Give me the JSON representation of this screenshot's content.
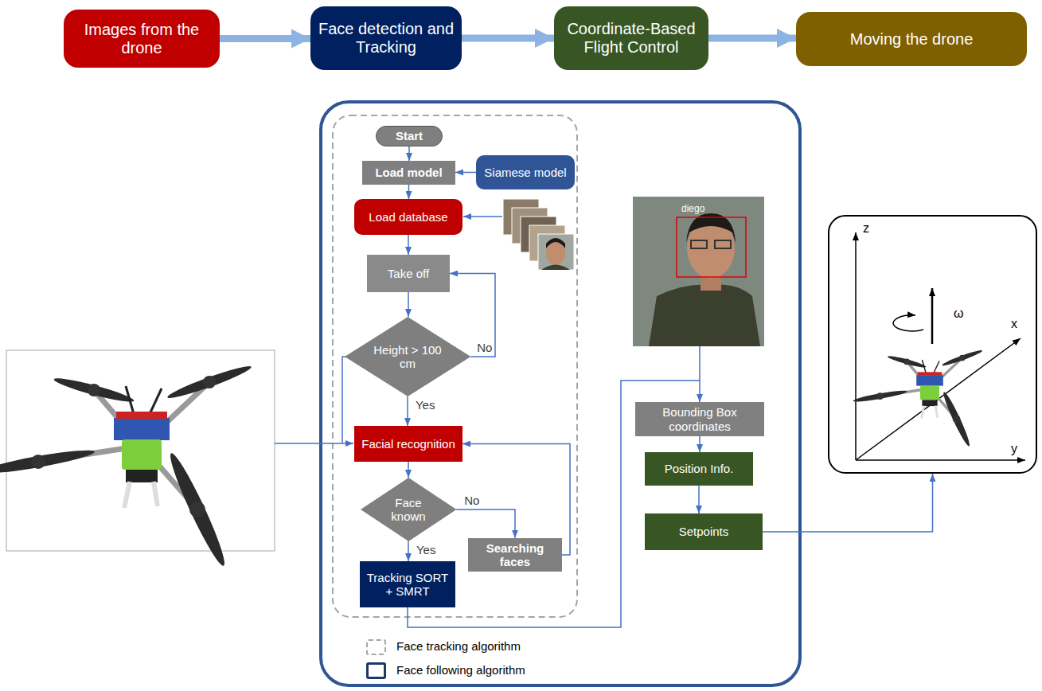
{
  "diagram": {
    "nodes": [
      {
        "text": [
          "Images from the drone"
        ]
      },
      {
        "text": [
          "Face detection and Tracking"
        ]
      },
      {
        "text": [
          "Coordinate-Based Flight Control"
        ]
      },
      {
        "text": [
          "Moving the drone"
        ]
      },
      {
        "text": [
          "Start"
        ]
      },
      {
        "text": [
          "Load model"
        ]
      },
      {
        "text": [
          "Siamese model"
        ]
      },
      {
        "text": [
          "Load database"
        ]
      },
      {
        "text": [
          "Take off"
        ]
      },
      {
        "text": [
          "Height > 100 cm"
        ]
      },
      {
        "text": [
          "Facial recognition"
        ]
      },
      {
        "text": [
          "Face known"
        ]
      },
      {
        "text": [
          "Searching faces"
        ]
      },
      {
        "text": [
          "Tracking SORT + SMRT"
        ]
      },
      {
        "text": [
          "Bounding Box coordinates"
        ]
      },
      {
        "text": [
          "Position Info."
        ]
      },
      {
        "text": [
          "Setpoints"
        ]
      },
      {
        "text": [
          "z",
          "ω",
          "x",
          "y"
        ]
      }
    ],
    "edges": [
      {
        "from": 0,
        "to": 1,
        "arrow": "to"
      },
      {
        "from": 1,
        "to": 2,
        "arrow": "to"
      },
      {
        "from": 2,
        "to": 3,
        "arrow": "to"
      },
      {
        "from": 4,
        "to": 5,
        "arrow": "to"
      },
      {
        "from": 6,
        "to": 5,
        "arrow": "to"
      },
      {
        "from": 5,
        "to": 7,
        "arrow": "to"
      },
      {
        "from": 7,
        "to": 8,
        "arrow": "to"
      },
      {
        "from": 8,
        "to": 9,
        "arrow": "to"
      },
      {
        "from": 9,
        "to": 8,
        "label": "No",
        "arrow": "to"
      },
      {
        "from": 9,
        "to": 10,
        "label": "Yes",
        "arrow": "to"
      },
      {
        "from": 10,
        "to": 11,
        "arrow": "to"
      },
      {
        "from": 11,
        "to": 12,
        "label": "No",
        "arrow": "to"
      },
      {
        "from": 11,
        "to": 13,
        "label": "Yes",
        "arrow": "to"
      },
      {
        "from": 12,
        "to": 10,
        "arrow": "to"
      },
      {
        "from": 13,
        "to": 14,
        "arrow": "to"
      },
      {
        "from": 14,
        "to": 15,
        "arrow": "to"
      },
      {
        "from": 15,
        "to": 16,
        "arrow": "to"
      },
      {
        "from": 16,
        "to": 17,
        "arrow": "to"
      }
    ],
    "labels": [
      "diego"
    ],
    "legend": [
      {
        "text": "Face tracking algorithm"
      },
      {
        "text": "Face following algorithm"
      }
    ]
  }
}
